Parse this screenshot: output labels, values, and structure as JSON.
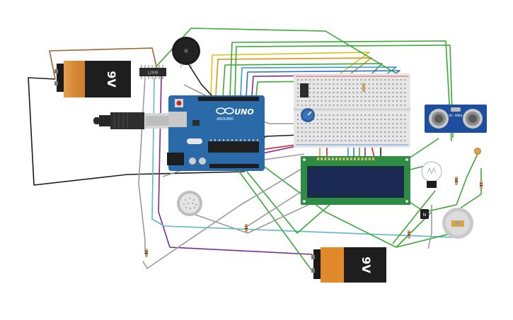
{
  "battery_top": {
    "label": "9V"
  },
  "battery_bottom": {
    "label": "9V"
  },
  "motor_driver": {
    "label": "L293D"
  },
  "arduino": {
    "brand": "ARDUINO",
    "model": "UNO"
  },
  "lcd": {
    "rows": 2,
    "cols": 16
  },
  "ultrasonic": {
    "label": "HC-SR04"
  },
  "transistor": {
    "label": "N"
  },
  "colors": {
    "wire_green": "#3aa935",
    "wire_purple": "#7b2d8e",
    "wire_teal": "#5fb8c9",
    "wire_orange": "#e0901a",
    "wire_yellow": "#d9c21b",
    "wire_blue": "#2f6fc9",
    "wire_brown": "#a0622d",
    "wire_red": "#d42424",
    "wire_black": "#1b1b1b",
    "wire_gray": "#9a9a9a",
    "arduino_blue": "#2a6aa8",
    "lcd_green": "#2e8c43",
    "sensor_blue": "#1e4f9e"
  }
}
